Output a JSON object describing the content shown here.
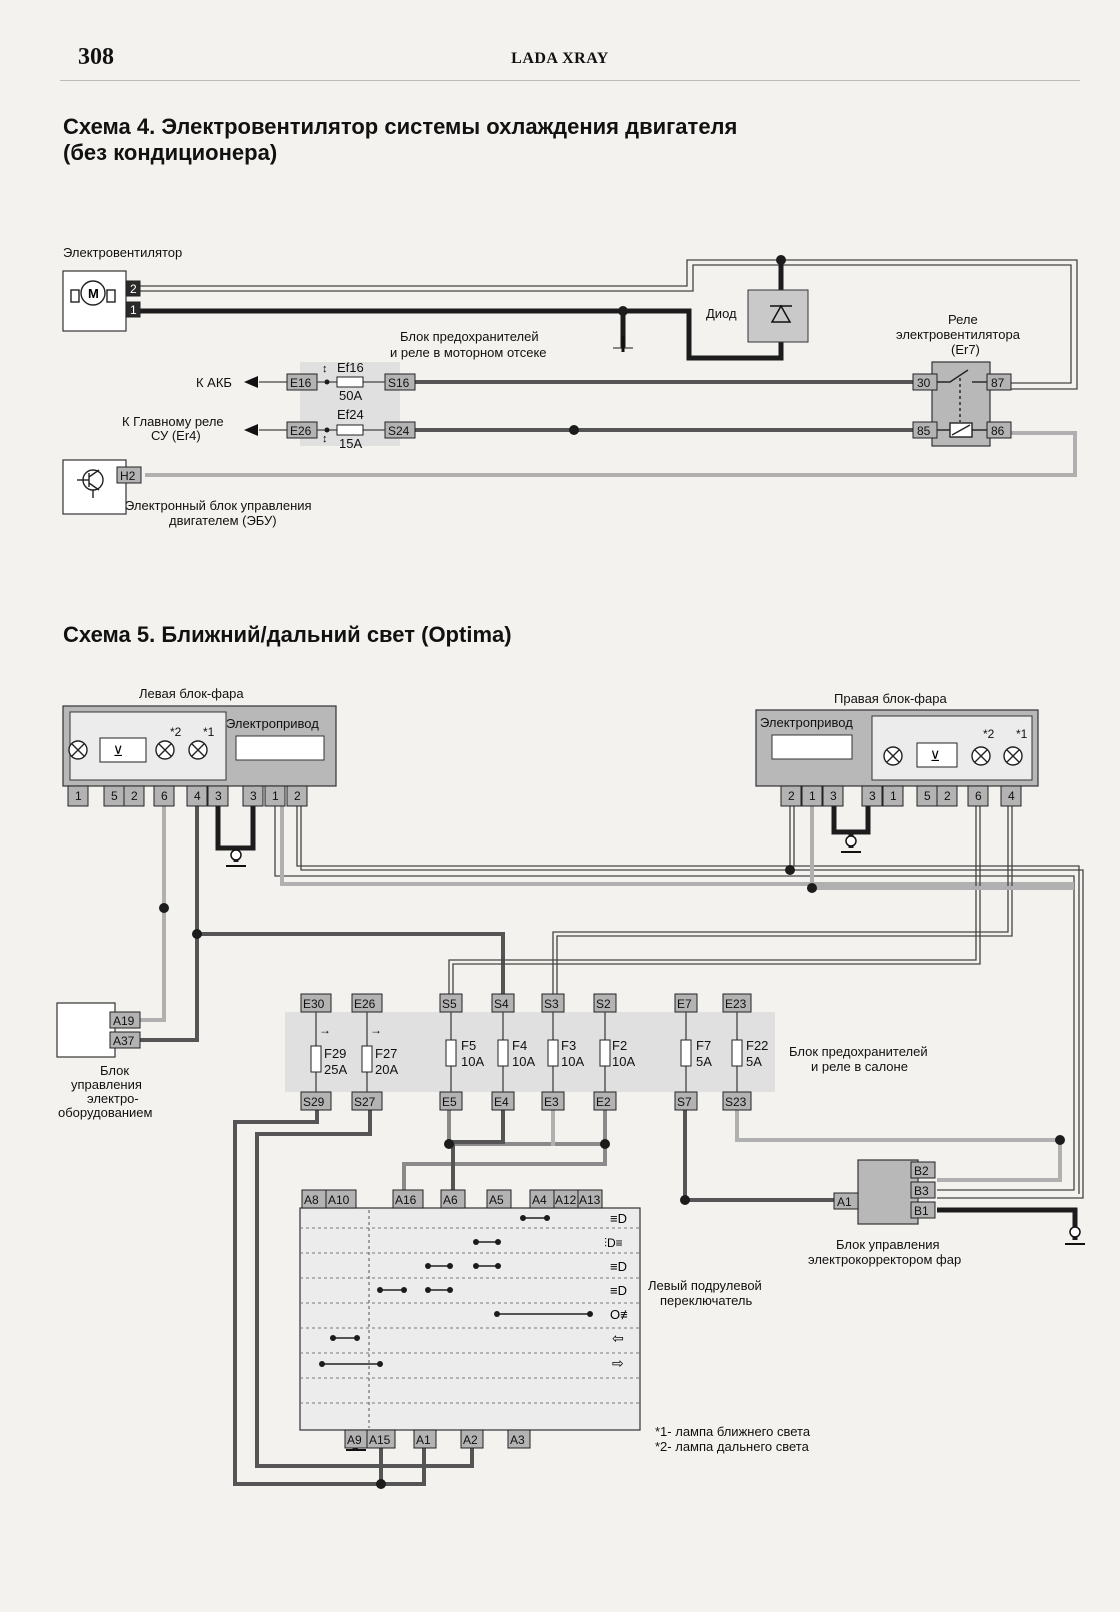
{
  "header": {
    "page_number": "308",
    "running_title": "LADA XRAY"
  },
  "scheme4": {
    "title_line1": "Схема 4. Электровентилятор системы охлаждения двигателя",
    "title_line2": "(без кондиционера)",
    "fan_label": "Электровентилятор",
    "fan_pins": [
      "2",
      "1"
    ],
    "diode_label": "Диод",
    "fuse_block_line1": "Блок предохранителей",
    "fuse_block_line2": "и реле в моторном отсеке",
    "relay_line1": "Реле",
    "relay_line2": "электровентилятора",
    "relay_line3": "(Er7)",
    "to_battery": "К АКБ",
    "to_main_relay_line1": "К Главному реле",
    "to_main_relay_line2": "СУ (Er4)",
    "fuse1_name": "Ef16",
    "fuse1_rating": "50A",
    "fuse2_name": "Ef24",
    "fuse2_rating": "15A",
    "pin_e16": "E16",
    "pin_s16": "S16",
    "pin_e26": "E26",
    "pin_s24": "S24",
    "relay_pins": [
      "30",
      "87",
      "85",
      "86"
    ],
    "ecu_pin": "H2",
    "ecu_line1": "Электронный блок управления",
    "ecu_line2": "двигателем (ЭБУ)"
  },
  "scheme5": {
    "title": "Схема 5. Ближний/дальний свет (Optima)",
    "left_headlamp": "Левая блок-фара",
    "right_headlamp": "Правая блок-фара",
    "actuator": "Электропривод",
    "lamp_marks": [
      "*2",
      "*1"
    ],
    "left_lamp_pins": [
      "1",
      "5",
      "2",
      "6",
      "4",
      "3"
    ],
    "left_actuator_pins": [
      "3",
      "1",
      "2"
    ],
    "right_actuator_pins": [
      "2",
      "1",
      "3"
    ],
    "right_lamp_pins": [
      "3",
      "1",
      "5",
      "2",
      "6",
      "4"
    ],
    "bcm_pins": [
      "A19",
      "A37"
    ],
    "bcm_line1": "Блок",
    "bcm_line2": "управления",
    "bcm_line3": "электро-",
    "bcm_line4": "оборудованием",
    "fuse_top_pins": [
      "E30",
      "E26",
      "S5",
      "S4",
      "S3",
      "S2",
      "E7",
      "E23"
    ],
    "fuse_bottom_pins": [
      "S29",
      "S27",
      "E5",
      "E4",
      "E3",
      "E2",
      "S7",
      "S23"
    ],
    "fuses": [
      {
        "name": "F29",
        "rating": "25A"
      },
      {
        "name": "F27",
        "rating": "20A"
      },
      {
        "name": "F5",
        "rating": "10A"
      },
      {
        "name": "F4",
        "rating": "10A"
      },
      {
        "name": "F3",
        "rating": "10A"
      },
      {
        "name": "F2",
        "rating": "10A"
      },
      {
        "name": "F7",
        "rating": "5A"
      },
      {
        "name": "F22",
        "rating": "5A"
      }
    ],
    "cabin_block_line1": "Блок предохранителей",
    "cabin_block_line2": "и реле в салоне",
    "switch_top_pins": [
      "A8",
      "A10",
      "A16",
      "A6",
      "A5",
      "A4",
      "A12",
      "A13"
    ],
    "switch_bottom_pins": [
      "A9",
      "A15",
      "A1",
      "A2",
      "A3"
    ],
    "switch_symbols": [
      "≡D",
      "⫶D≡",
      "≡D",
      "≡D",
      "O≢",
      "⇦",
      "⇨"
    ],
    "switch_label_line1": "Левый подрулевой",
    "switch_label_line2": "переключатель",
    "corrector_pins": [
      "B2",
      "B3",
      "A1",
      "B1"
    ],
    "corrector_line1": "Блок управления",
    "corrector_line2": "электрокорректором фар",
    "note1": "*1- лампа ближнего света",
    "note2": "*2- лампа дальнего света"
  }
}
